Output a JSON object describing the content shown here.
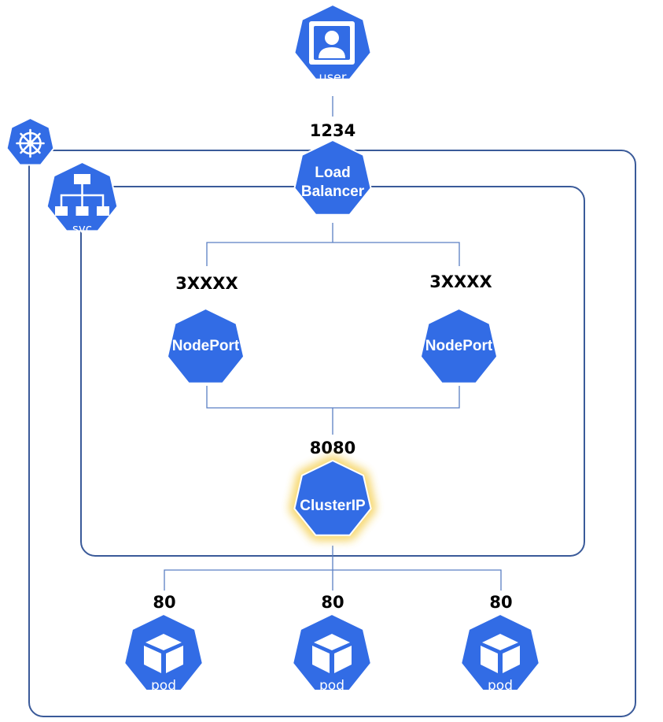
{
  "nodes": {
    "user": {
      "label": "user"
    },
    "svc": {
      "label": "svc"
    },
    "load_balancer": {
      "line1": "Load",
      "line2": "Balancer"
    },
    "nodeport_left": {
      "label": "NodePort"
    },
    "nodeport_right": {
      "label": "NodePort"
    },
    "clusterip": {
      "label": "ClusterIP"
    },
    "pods": [
      {
        "label": "pod"
      },
      {
        "label": "pod"
      },
      {
        "label": "pod"
      }
    ]
  },
  "ports": {
    "load_balancer": "1234",
    "nodeport_left": "3XXXX",
    "nodeport_right": "3XXXX",
    "clusterip": "8080",
    "pods": [
      "80",
      "80",
      "80"
    ]
  },
  "colors": {
    "node_fill": "#326CE5",
    "node_stroke": "#ffffff",
    "frame": "#3A5A99",
    "connector": "#5A7FC4",
    "glow": "#F5D25C"
  },
  "icons": {
    "cluster": "kubernetes-helm-icon",
    "svc": "network-tree-icon",
    "user": "user-icon",
    "pod": "cube-icon"
  }
}
